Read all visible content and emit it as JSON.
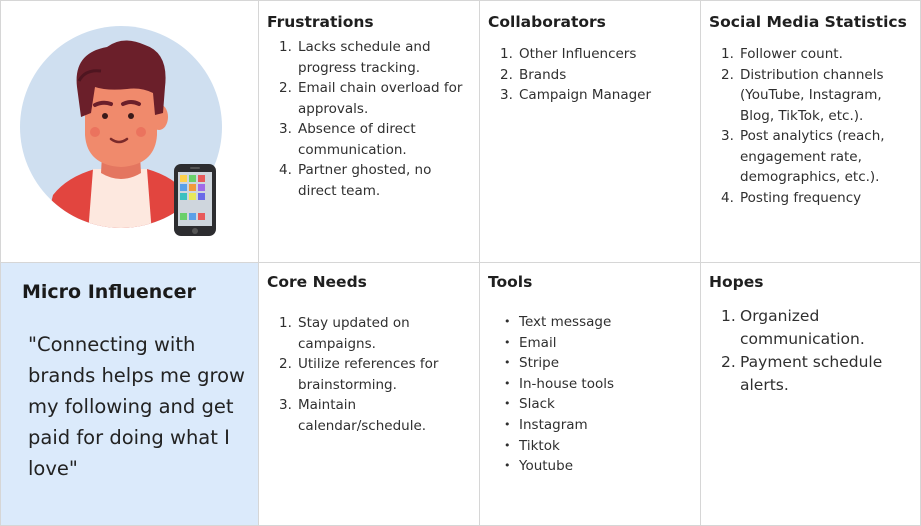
{
  "persona": {
    "name": "Micro Influencer",
    "quote": "\"Connecting with brands helps me grow my following and get paid for doing what I love\""
  },
  "frustrations": {
    "title": "Frustrations",
    "items": [
      "Lacks schedule and progress tracking.",
      "Email chain overload for approvals.",
      "Absence of direct communication.",
      "Partner ghosted, no direct team."
    ]
  },
  "collaborators": {
    "title": "Collaborators",
    "items": [
      "Other Influencers",
      "Brands",
      "Campaign Manager"
    ]
  },
  "social_stats": {
    "title": "Social Media Statistics",
    "items": [
      "Follower count.",
      "Distribution channels (YouTube, Instagram, Blog, TikTok, etc.).",
      "Post analytics (reach, engagement rate, demographics, etc.).",
      "Posting frequency"
    ]
  },
  "core_needs": {
    "title": "Core Needs",
    "items": [
      " Stay updated on campaigns.",
      "Utilize references for brainstorming.",
      "Maintain calendar/schedule."
    ]
  },
  "tools": {
    "title": "Tools",
    "items": [
      "Text message",
      "Email",
      "Stripe",
      "In-house tools",
      "Slack",
      "Instagram",
      "Tiktok",
      "Youtube"
    ]
  },
  "hopes": {
    "title": "Hopes",
    "items": [
      "Organized communication.",
      "Payment schedule alerts."
    ]
  },
  "icons": {
    "avatar": "person-avatar-illustration",
    "phone": "mobile-phone-icon"
  },
  "colors": {
    "persona_bg": "#dbeafb",
    "avatar_circle": "#cfdff0",
    "hair": "#6b1f2a",
    "skin": "#f08a6c",
    "jacket": "#e2453f",
    "shirt": "#fde8df",
    "border": "#d6d6d6"
  }
}
